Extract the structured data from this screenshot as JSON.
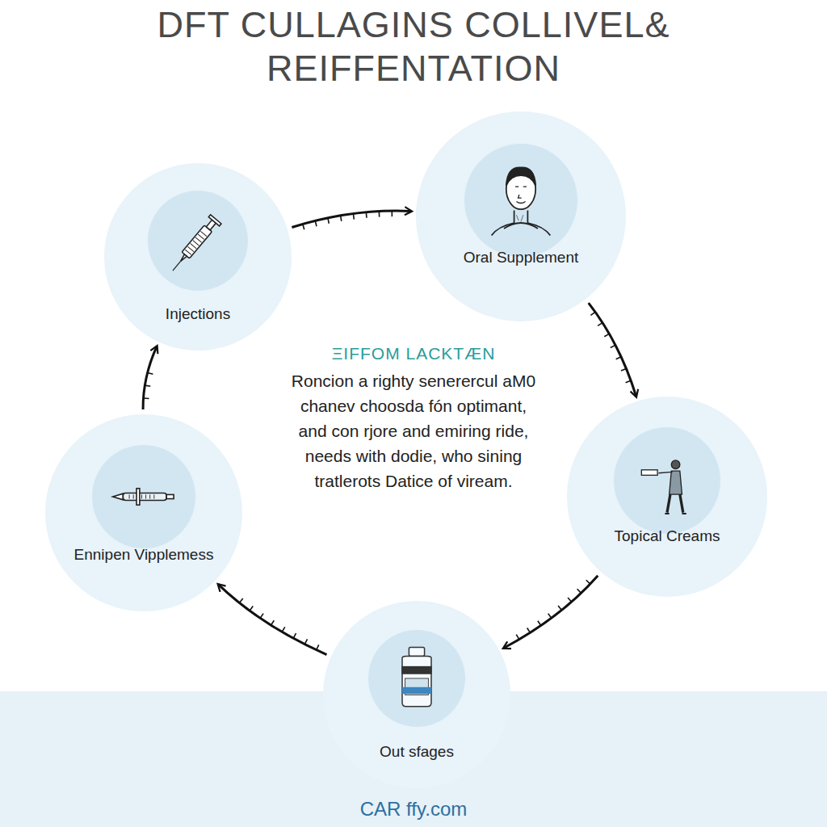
{
  "diagram": {
    "title": "DFT CULLAGINS COLLIVEL& REIFFENTATION",
    "nodes": [
      {
        "text": [
          "Injections"
        ]
      },
      {
        "text": [
          "Oral Supplement"
        ]
      },
      {
        "text": [
          "Topical Creams"
        ]
      },
      {
        "text": [
          "Out sfages"
        ]
      },
      {
        "text": [
          "Ennipen Vipplemess"
        ]
      }
    ],
    "edges": [
      {
        "from": 0,
        "to": 1,
        "arrow": "to"
      },
      {
        "from": 1,
        "to": 2,
        "arrow": "to"
      },
      {
        "from": 2,
        "to": 3,
        "arrow": "to"
      },
      {
        "from": 3,
        "to": 4,
        "arrow": "to"
      },
      {
        "from": 4,
        "to": 0,
        "arrow": "to"
      }
    ],
    "labels": [
      "ΞIFFOM LACKTÆN",
      "Roncion a righty senerercul aM0 chanev choosda fón optimant, and con rjore and emiring ride, needs with dodie, who sining tratlerots Datice of viream.",
      "CAR ffy.com"
    ]
  }
}
